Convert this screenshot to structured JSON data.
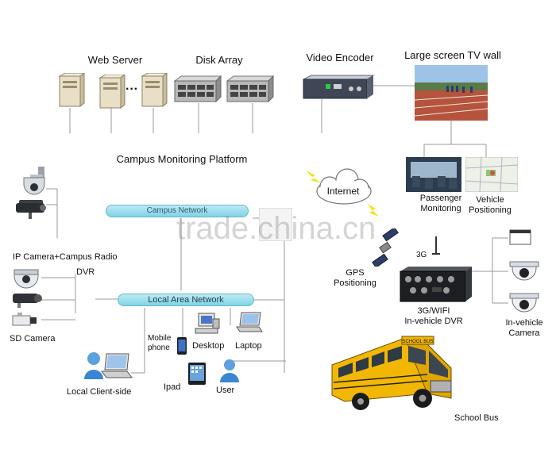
{
  "labels": {
    "web_server": "Web Server",
    "disk_array": "Disk Array",
    "video_encoder": "Video Encoder",
    "tv_wall": "Large screen TV wall",
    "platform": "Campus Monitoring Platform",
    "internet": "Internet",
    "passenger_monitoring": "Passenger\nMonitoring",
    "vehicle_positioning": "Vehicle\nPositioning",
    "campus_network": "Campus Network",
    "ip_camera_radio": "IP Camera+Campus Radio",
    "dvr": "DVR",
    "sd_camera": "SD Camera",
    "lan": "Local Area Network",
    "mobile_phone": "Mobile\nphone",
    "desktop": "Desktop",
    "laptop": "Laptop",
    "local_client": "Local Client-side",
    "ipad": "Ipad",
    "user": "User",
    "gps": "GPS\nPositioning",
    "three_g": "3G",
    "in_vehicle_dvr": "3G/WIFI\nIn-vehicle DVR",
    "in_vehicle_camera": "In-vehicle\nCamera",
    "school_bus": "School Bus",
    "bus_sign": "SCHOOL BUS",
    "watermark": "trade.china.cn"
  },
  "colors": {
    "network_bar": "#7fd3e6",
    "bus_yellow": "#f2b705",
    "lines": "#9a9a9a",
    "lightning": "#f2e21a"
  }
}
